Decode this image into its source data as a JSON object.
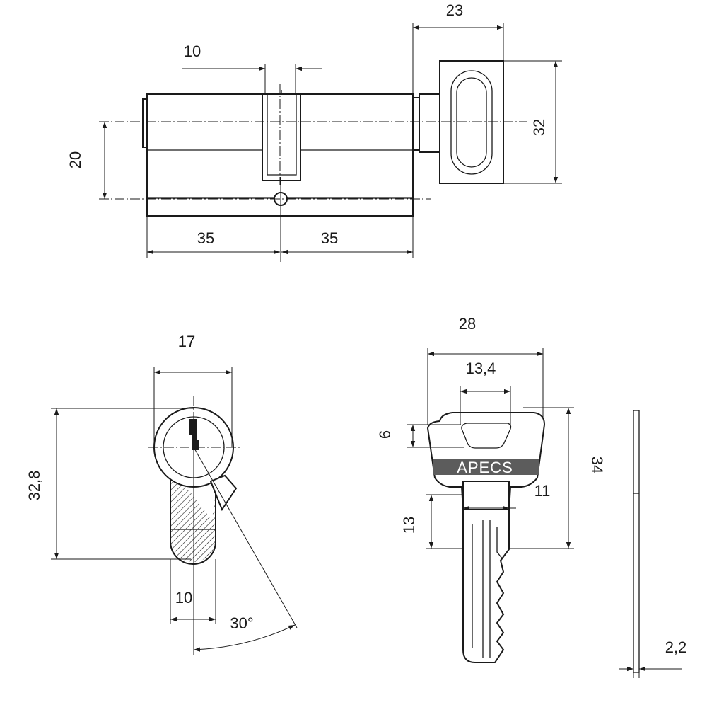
{
  "cylinder_side": {
    "dims": {
      "knob_width": "23",
      "cam_width": "10",
      "knob_height": "32",
      "axis_offset": "20",
      "left_length": "35",
      "right_length": "35"
    }
  },
  "cylinder_profile": {
    "dims": {
      "width": "17",
      "height": "32,8",
      "base_width": "10",
      "cam_angle": "30°"
    }
  },
  "key": {
    "brand": "APECS",
    "dims": {
      "head_width": "28",
      "bow_width": "13,4",
      "bow_height": "6",
      "length": "34",
      "shoulder": "13",
      "blade_offset": "11",
      "thickness": "2,2"
    }
  }
}
